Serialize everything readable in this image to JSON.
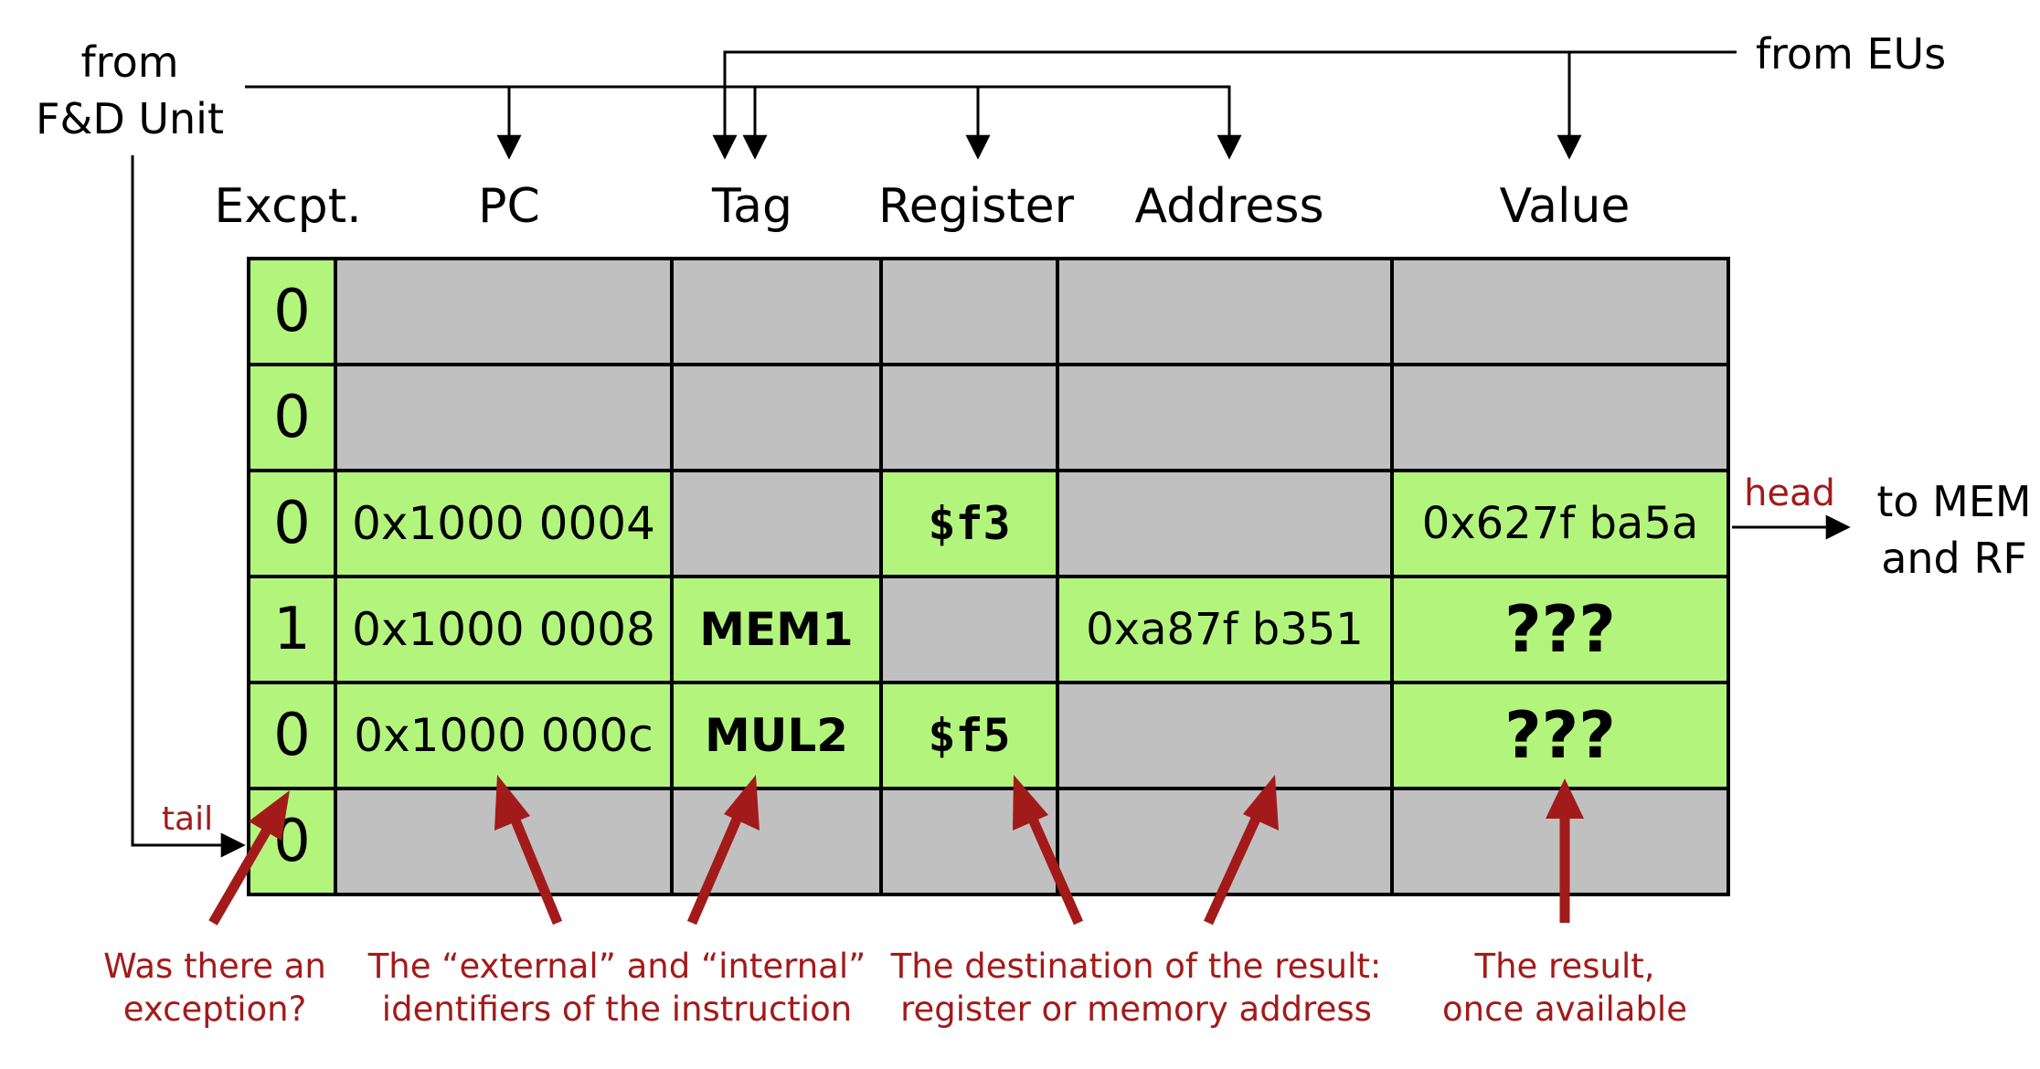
{
  "inputs": {
    "fd_unit_line1": "from",
    "fd_unit_line2": "F&D Unit",
    "eus": "from EUs"
  },
  "headers": {
    "excpt": "Excpt.",
    "pc": "PC",
    "tag": "Tag",
    "register": "Register",
    "address": "Address",
    "value": "Value"
  },
  "rows": [
    {
      "excpt": "0",
      "pc": "",
      "tag": "",
      "register": "",
      "address": "",
      "value": "",
      "active": false
    },
    {
      "excpt": "0",
      "pc": "",
      "tag": "",
      "register": "",
      "address": "",
      "value": "",
      "active": false
    },
    {
      "excpt": "0",
      "pc": "0x1000 0004",
      "tag": "",
      "register": "$f3",
      "address": "",
      "value": "0x627f ba5a",
      "active": true
    },
    {
      "excpt": "1",
      "pc": "0x1000 0008",
      "tag": "MEM1",
      "register": "",
      "address": "0xa87f b351",
      "value": "???",
      "active": true
    },
    {
      "excpt": "0",
      "pc": "0x1000 000c",
      "tag": "MUL2",
      "register": "$f5",
      "address": "",
      "value": "???",
      "active": true
    },
    {
      "excpt": "0",
      "pc": "",
      "tag": "",
      "register": "",
      "address": "",
      "value": "",
      "active": false
    }
  ],
  "pointers": {
    "head": "head",
    "tail": "tail"
  },
  "output": {
    "line1": "to MEM",
    "line2": "and RF"
  },
  "annotations": {
    "exception_line1": "Was there an",
    "exception_line2": "exception?",
    "identifiers_line1": "The “external” and “internal”",
    "identifiers_line2": "identifiers of the instruction",
    "destination_line1": "The destination of the result:",
    "destination_line2": "register or memory address",
    "result_line1": "The result,",
    "result_line2": "once available"
  },
  "colors": {
    "active": "#b3f57c",
    "empty": "#c0c0c0",
    "annotation": "#a31a1a",
    "grid": "#000000"
  }
}
